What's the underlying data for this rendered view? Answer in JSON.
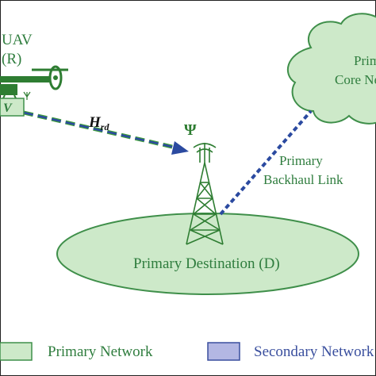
{
  "uav": {
    "name": "UAV",
    "role": "(R)",
    "device_letter": "V"
  },
  "channel": {
    "symbol_main": "H",
    "symbol_sub": "rd"
  },
  "antenna_symbol": "Ψ",
  "core_network": {
    "line1": "Primary",
    "line2": "Core Network"
  },
  "backhaul": {
    "line1": "Primary",
    "line2": "Backhaul Link"
  },
  "destination": {
    "label": "Primary Destination (D)"
  },
  "legend": {
    "primary": "Primary Network",
    "secondary": "Secondary Network"
  },
  "colors": {
    "primary_fill": "#cde9c9",
    "primary_stroke": "#3f8f4a",
    "uav_green": "#2e7d32",
    "link_green": "#3f9a3f",
    "link_blue": "#2b4aa0",
    "secondary_fill": "#b3b7e3"
  }
}
